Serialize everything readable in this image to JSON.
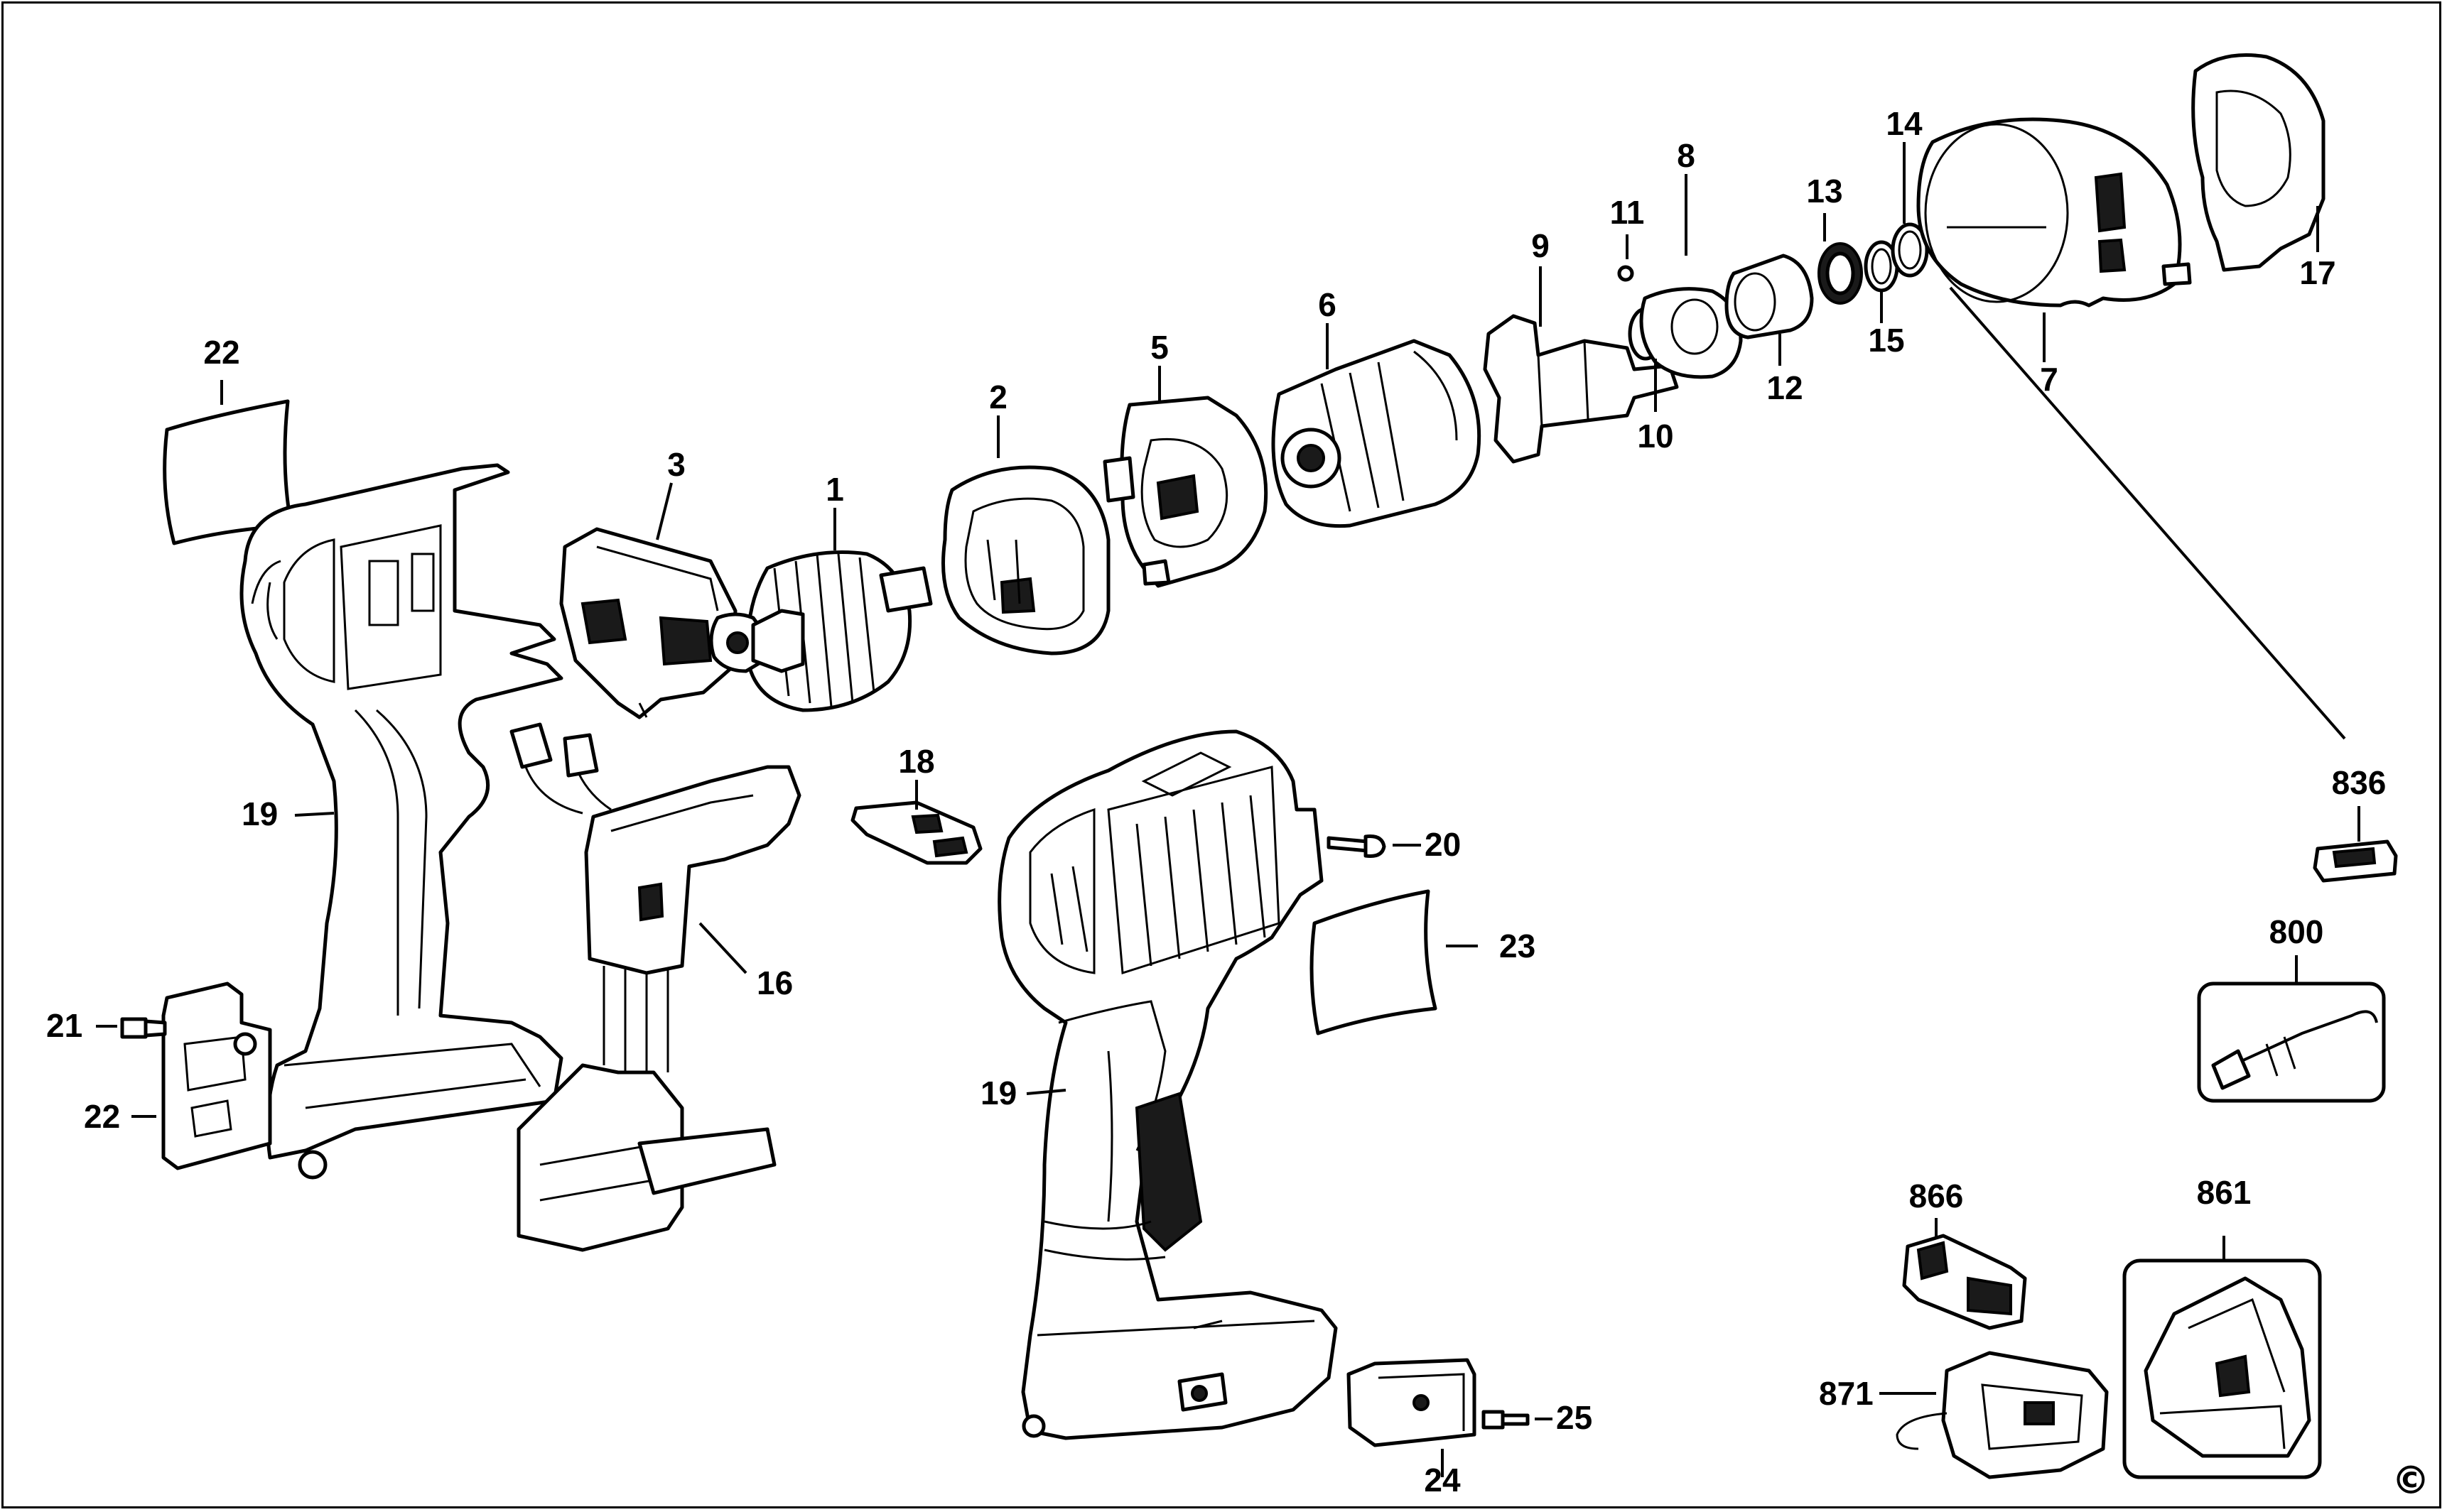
{
  "diagram": {
    "copyright_symbol": "©",
    "callouts": [
      {
        "id": "1",
        "text": "1"
      },
      {
        "id": "2",
        "text": "2"
      },
      {
        "id": "3",
        "text": "3"
      },
      {
        "id": "5",
        "text": "5"
      },
      {
        "id": "6",
        "text": "6"
      },
      {
        "id": "7",
        "text": "7"
      },
      {
        "id": "8",
        "text": "8"
      },
      {
        "id": "9",
        "text": "9"
      },
      {
        "id": "10",
        "text": "10"
      },
      {
        "id": "11",
        "text": "11"
      },
      {
        "id": "12",
        "text": "12"
      },
      {
        "id": "13",
        "text": "13"
      },
      {
        "id": "14",
        "text": "14"
      },
      {
        "id": "15",
        "text": "15"
      },
      {
        "id": "16",
        "text": "16"
      },
      {
        "id": "17",
        "text": "17"
      },
      {
        "id": "18",
        "text": "18"
      },
      {
        "id": "19a",
        "text": "19"
      },
      {
        "id": "19b",
        "text": "19"
      },
      {
        "id": "20",
        "text": "20"
      },
      {
        "id": "21",
        "text": "21"
      },
      {
        "id": "22a",
        "text": "22"
      },
      {
        "id": "22b",
        "text": "22"
      },
      {
        "id": "23",
        "text": "23"
      },
      {
        "id": "24",
        "text": "24"
      },
      {
        "id": "25",
        "text": "25"
      },
      {
        "id": "800",
        "text": "800"
      },
      {
        "id": "836",
        "text": "836"
      },
      {
        "id": "861",
        "text": "861"
      },
      {
        "id": "866",
        "text": "866"
      },
      {
        "id": "871",
        "text": "871"
      }
    ]
  }
}
